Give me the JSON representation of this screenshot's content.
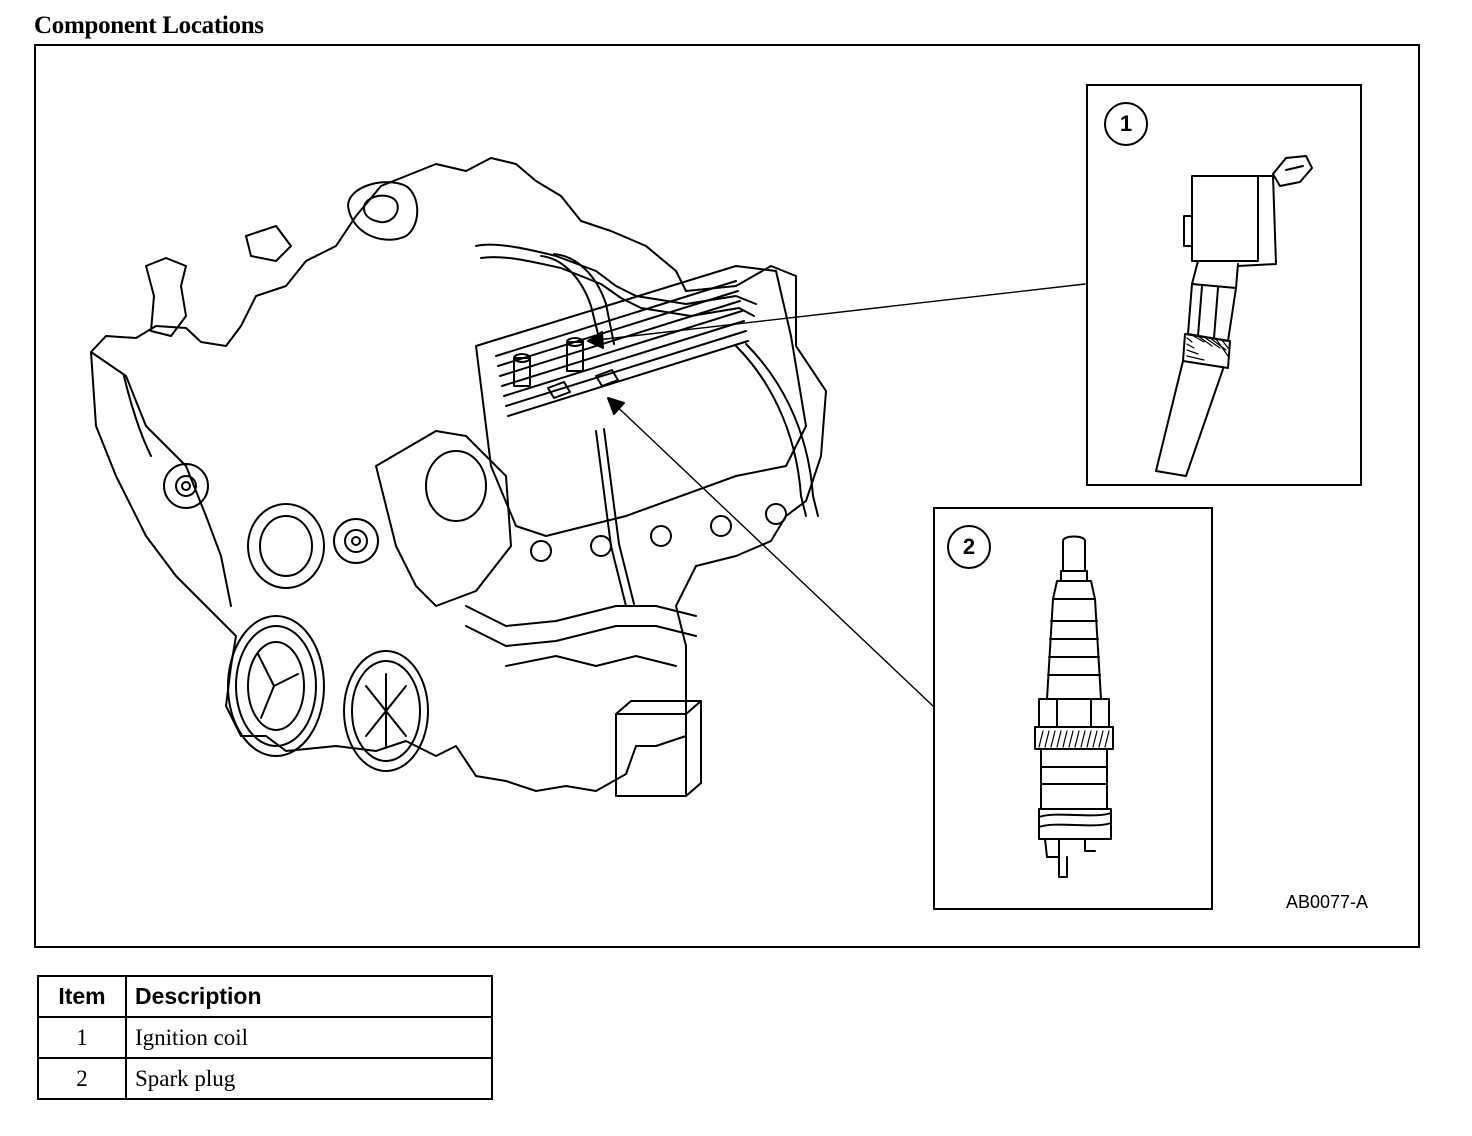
{
  "page": {
    "title": "Component Locations"
  },
  "diagram": {
    "figure_code": "AB0077-A",
    "callouts": [
      {
        "number": "1",
        "component": "ignition-coil"
      },
      {
        "number": "2",
        "component": "spark-plug"
      }
    ]
  },
  "legend_table": {
    "headers": {
      "item": "Item",
      "description": "Description"
    },
    "rows": [
      {
        "item": "1",
        "description": "Ignition coil"
      },
      {
        "item": "2",
        "description": "Spark plug"
      }
    ]
  }
}
